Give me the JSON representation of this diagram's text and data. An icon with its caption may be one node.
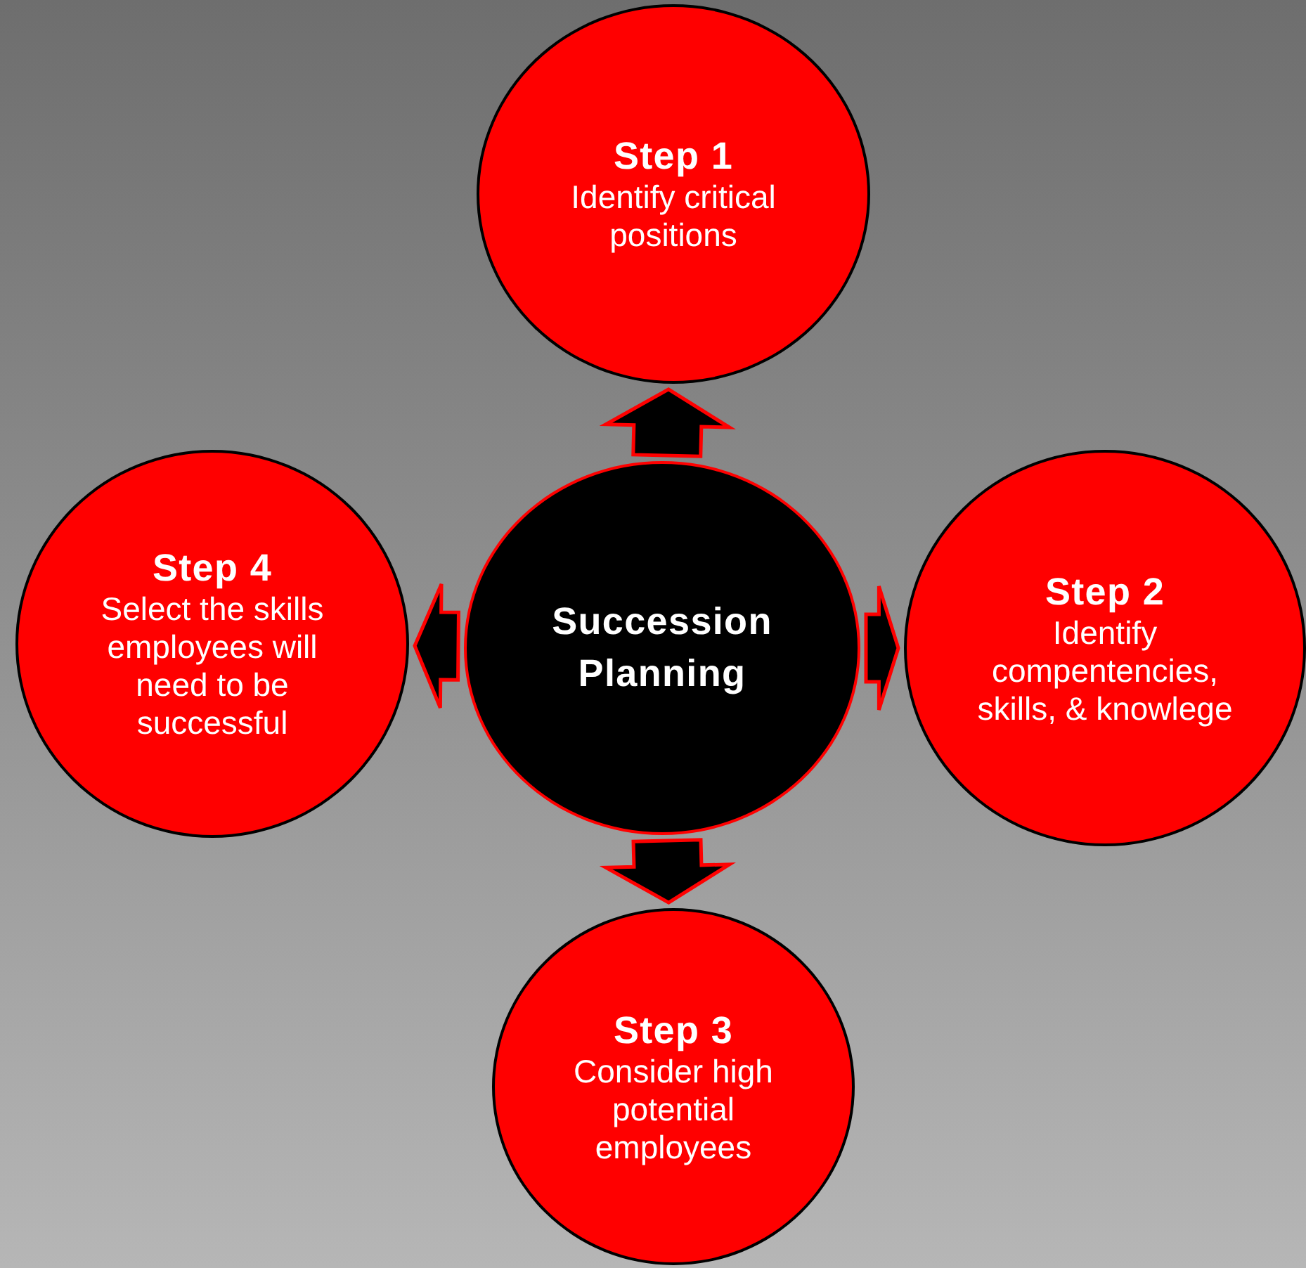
{
  "diagram": {
    "nodes": [
      {
        "text": [
          "Step 1",
          "Identify critical positions"
        ]
      },
      {
        "text": [
          "Step 4",
          "Select the skills employees will need to be successful"
        ]
      },
      {
        "text": [
          "Succession Planning"
        ]
      },
      {
        "text": [
          "Step 2",
          "Identify compentencies, skills, & knowlege"
        ]
      },
      {
        "text": [
          "Step 3",
          "Consider high potential employees"
        ]
      }
    ],
    "edges": [
      {
        "from": 2,
        "to": 0,
        "arrow": "to"
      },
      {
        "from": 2,
        "to": 3,
        "arrow": "to"
      },
      {
        "from": 2,
        "to": 4,
        "arrow": "to"
      },
      {
        "from": 2,
        "to": 1,
        "arrow": "to"
      }
    ]
  }
}
